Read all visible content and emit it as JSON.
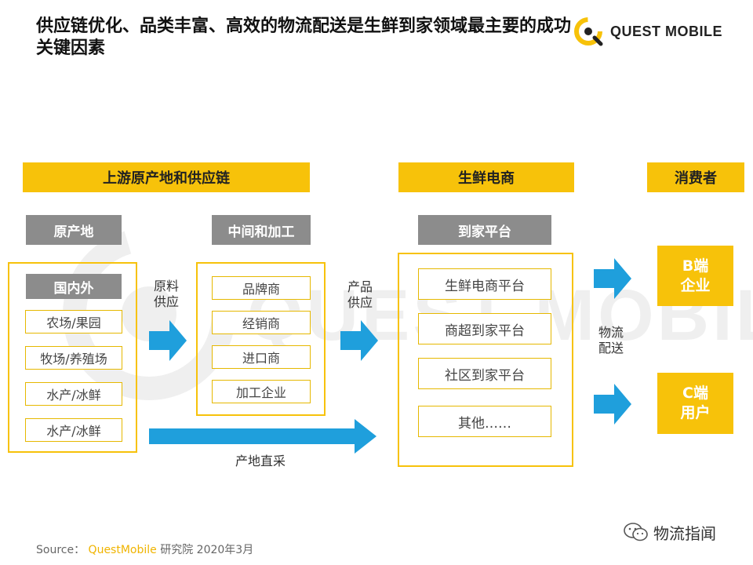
{
  "title": "供应链优化、品类丰富、高效的物流配送是生鲜到家领域最主要的成功关键因素",
  "logo": {
    "text": "QUEST MOBILE",
    "icon": "quest-mobile-logo-icon"
  },
  "watermark": {
    "text": "QUEST MOBILE"
  },
  "sections": {
    "upstream": "上游原产地和供应链",
    "ecommerce": "生鲜电商",
    "consumer": "消费者"
  },
  "subheads": {
    "origin": "原产地",
    "processing": "中间和加工",
    "platform": "到家平台"
  },
  "origin_panel": {
    "header": "国内外",
    "items": [
      "农场/果园",
      "牧场/养殖场",
      "水产/冰鲜",
      "水产/冰鲜"
    ]
  },
  "processing_items": [
    "品牌商",
    "经销商",
    "进口商",
    "加工企业"
  ],
  "platform_items": [
    "生鲜电商平台",
    "商超到家平台",
    "社区到家平台",
    "其他……"
  ],
  "flow_labels": {
    "raw_supply_1": "原料",
    "raw_supply_2": "供应",
    "product_supply_1": "产品",
    "product_supply_2": "供应",
    "logistics_1": "物流",
    "logistics_2": "配送",
    "direct_purchase": "产地直采"
  },
  "consumers": {
    "b_line1": "B端",
    "b_line2": "企业",
    "c_line1": "C端",
    "c_line2": "用户"
  },
  "source": {
    "prefix": "Source：",
    "brand": "QuestMobile",
    "suffix": "研究院 2020年3月"
  },
  "wechat": {
    "label": "物流指闻"
  },
  "colors": {
    "accent_yellow": "#f7c20a",
    "header_gray": "#8c8c8c",
    "arrow_blue": "#1f9fdc"
  }
}
